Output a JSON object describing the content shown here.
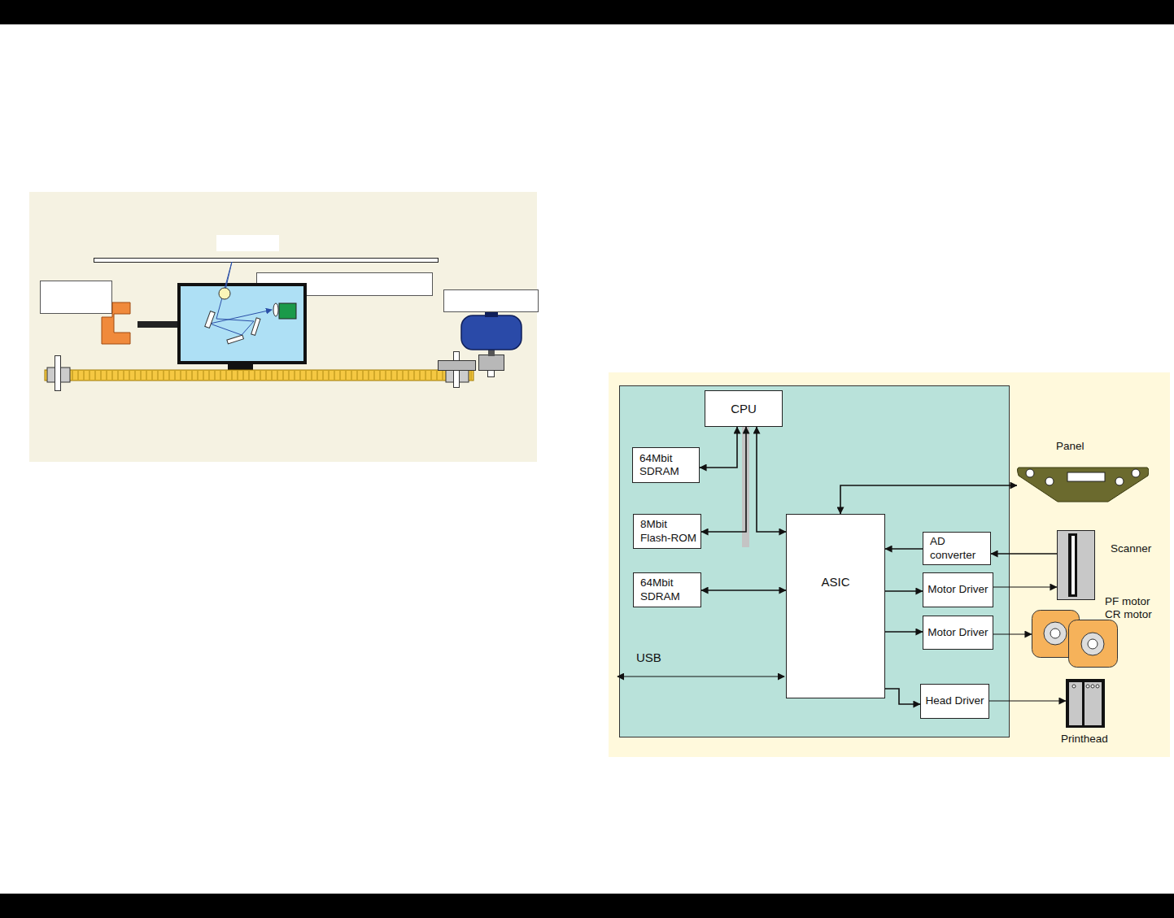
{
  "diagram": {
    "nodes": [
      {
        "text": [
          "CPU"
        ]
      },
      {
        "text": [
          "64Mbit SDRAM"
        ]
      },
      {
        "text": [
          "8Mbit Flash-ROM"
        ]
      },
      {
        "text": [
          "64Mbit SDRAM"
        ]
      },
      {
        "text": [
          "ASIC"
        ]
      },
      {
        "text": [
          "AD converter"
        ]
      },
      {
        "text": [
          "Motor Driver"
        ]
      },
      {
        "text": [
          "Motor Driver"
        ]
      },
      {
        "text": [
          "Head Driver"
        ]
      },
      {
        "text": [
          "Panel"
        ]
      },
      {
        "text": [
          "Scanner"
        ]
      },
      {
        "text": [
          "PF motor CR motor"
        ]
      },
      {
        "text": [
          "Printhead"
        ]
      }
    ],
    "edges": [
      {
        "from": 1,
        "to": 0,
        "arrow": "both"
      },
      {
        "from": 2,
        "to": 0,
        "arrow": "both"
      },
      {
        "from": 0,
        "to": 4,
        "arrow": "both"
      },
      {
        "from": 3,
        "to": 4,
        "arrow": "both"
      },
      {
        "from": 4,
        "to": 9,
        "arrow": "both"
      },
      {
        "from": 10,
        "to": 5,
        "arrow": "to"
      },
      {
        "from": 5,
        "to": 4,
        "arrow": "to"
      },
      {
        "from": 4,
        "to": 6,
        "arrow": "to"
      },
      {
        "from": 6,
        "to": 10,
        "arrow": "to"
      },
      {
        "from": 4,
        "to": 7,
        "arrow": "to"
      },
      {
        "from": 7,
        "to": 11,
        "arrow": "to"
      },
      {
        "from": 4,
        "to": 8,
        "arrow": "to"
      },
      {
        "from": 8,
        "to": 12,
        "arrow": "to"
      }
    ],
    "labels": [
      "USB"
    ]
  }
}
